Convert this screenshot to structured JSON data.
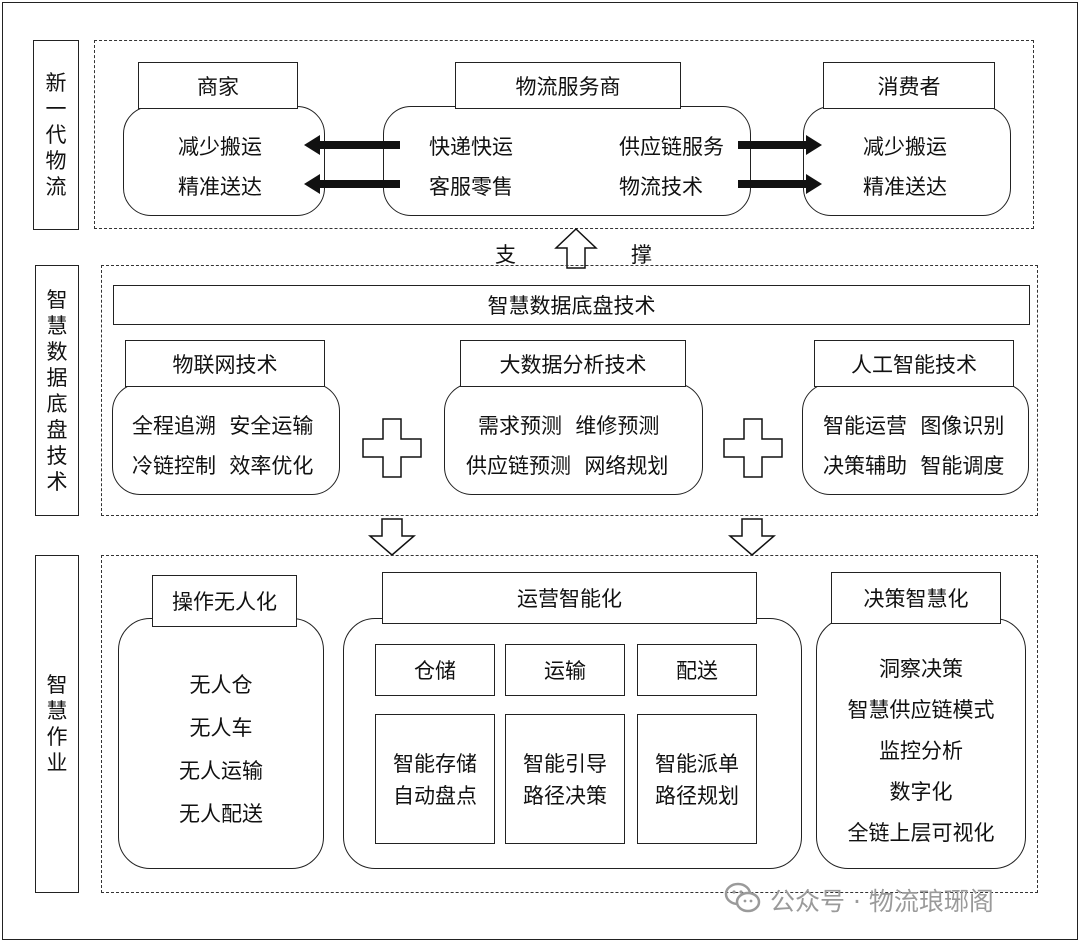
{
  "sections": {
    "new_logistics": {
      "label": [
        "新",
        "一",
        "代",
        "物",
        "流"
      ],
      "merchant": {
        "title": "商家",
        "items": [
          "减少搬运",
          "精准送达"
        ]
      },
      "provider": {
        "title": "物流服务商",
        "left_items": [
          "快递快运",
          "客服零售"
        ],
        "right_items": [
          "供应链服务",
          "物流技术"
        ]
      },
      "consumer": {
        "title": "消费者",
        "items": [
          "减少搬运",
          "精准送达"
        ]
      }
    },
    "support": {
      "left": "支",
      "right": "撑"
    },
    "tech_base": {
      "label": [
        "智",
        "慧",
        "数",
        "据",
        "底",
        "盘",
        "技",
        "术"
      ],
      "banner": "智慧数据底盘技术",
      "iot": {
        "title": "物联网技术",
        "items": [
          "全程追溯  安全运输",
          "冷链控制  效率优化"
        ]
      },
      "bigdata": {
        "title": "大数据分析技术",
        "items": [
          "需求预测  维修预测",
          "供应链预测  网络规划"
        ]
      },
      "ai": {
        "title": "人工智能技术",
        "items": [
          "智能运营  图像识别",
          "决策辅助  智能调度"
        ]
      }
    },
    "smart_ops": {
      "label": [
        "智",
        "慧",
        "作",
        "业"
      ],
      "unmanned": {
        "title": "操作无人化",
        "items": [
          "无人仓",
          "无人车",
          "无人运输",
          "无人配送"
        ]
      },
      "operations": {
        "title": "运营智能化",
        "columns": [
          {
            "title": "仓储",
            "body": [
              "智能存储",
              "自动盘点"
            ]
          },
          {
            "title": "运输",
            "body": [
              "智能引导",
              "路径决策"
            ]
          },
          {
            "title": "配送",
            "body": [
              "智能派单",
              "路径规划"
            ]
          }
        ]
      },
      "decision": {
        "title": "决策智慧化",
        "items": [
          "洞察决策",
          "智慧供应链模式",
          "监控分析",
          "数字化",
          "全链上层可视化"
        ]
      }
    }
  },
  "watermark": "公众号 · 物流琅琊阁"
}
